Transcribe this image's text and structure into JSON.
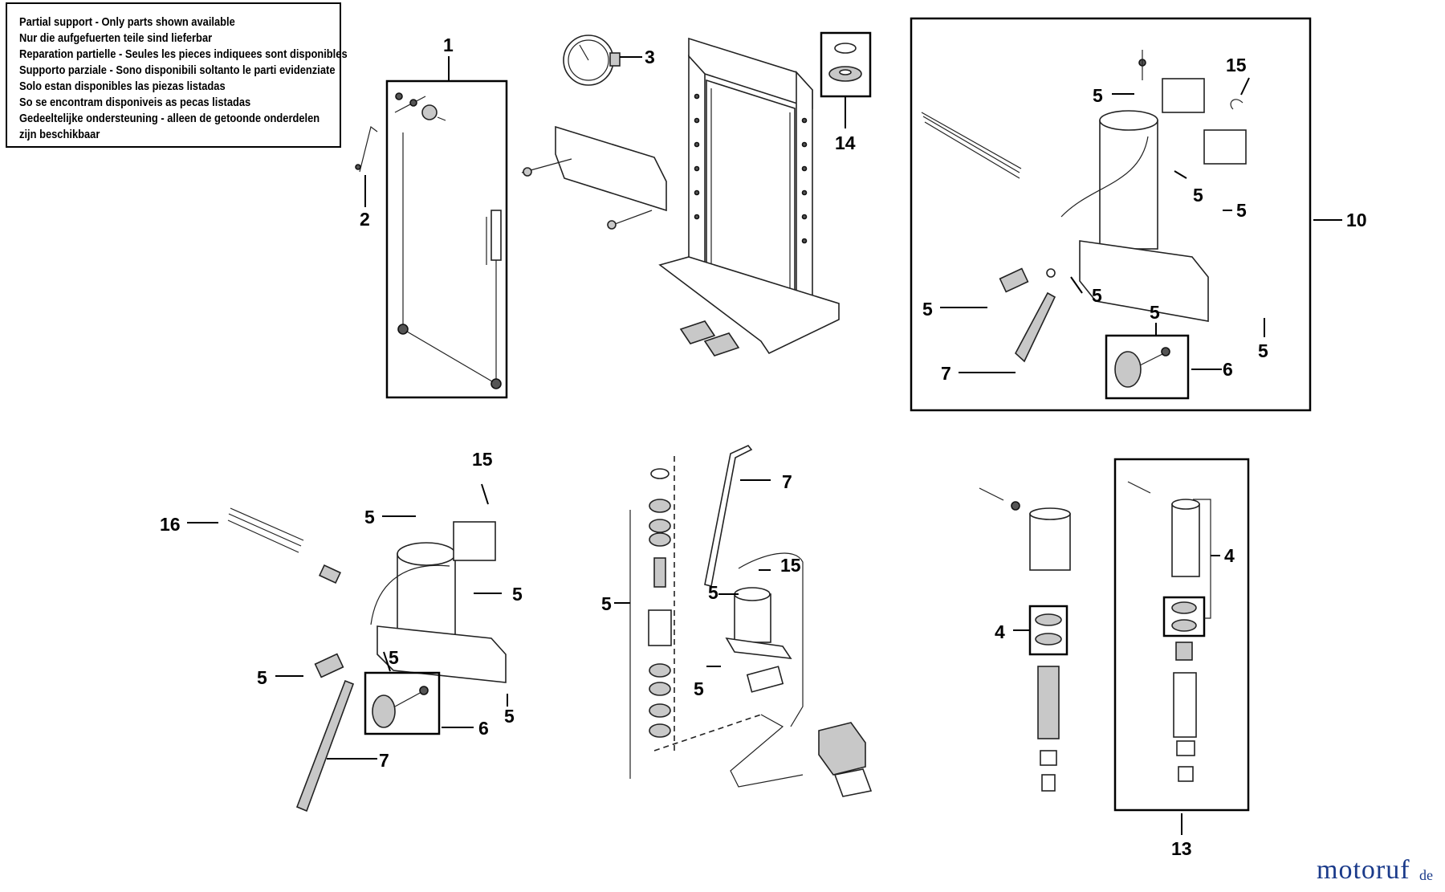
{
  "notice": {
    "lines": [
      "Partial support - Only parts shown available",
      "Nur die aufgefuerten teile sind lieferbar",
      "Reparation partielle - Seules les pieces indiquees sont disponibles",
      "Supporto parziale - Sono disponibili soltanto le parti evidenziate",
      "Solo estan disponibles las piezas listadas",
      "So se encontram disponiveis as pecas listadas",
      "Gedeeltelijke ondersteuning - alleen de getoonde onderdelen",
      "zijn beschikbaar"
    ]
  },
  "callouts": {
    "c1": "1",
    "c2": "2",
    "c3": "3",
    "c14": "14",
    "c10": "10",
    "c15a": "15",
    "c5a": "5",
    "c5b": "5",
    "c5c": "5",
    "c5d": "5",
    "c5e": "5",
    "c5f": "5",
    "c5g": "5",
    "c6a": "6",
    "c7a": "7",
    "c16": "16",
    "c15b": "15",
    "c5h": "5",
    "c5i": "5",
    "c5j": "5",
    "c5k": "5",
    "c5l": "5",
    "c6b": "6",
    "c7b": "7",
    "c5m": "5",
    "c7c": "7",
    "c15c": "15",
    "c5n": "5",
    "c5o": "5",
    "c4a": "4",
    "c4b": "4",
    "c13": "13"
  },
  "watermark": {
    "brand": "motoruf",
    "suffix": "de"
  },
  "colors": {
    "ink": "#000000",
    "watermark": "#1a3a8a",
    "shade": "#c8c8c8"
  }
}
